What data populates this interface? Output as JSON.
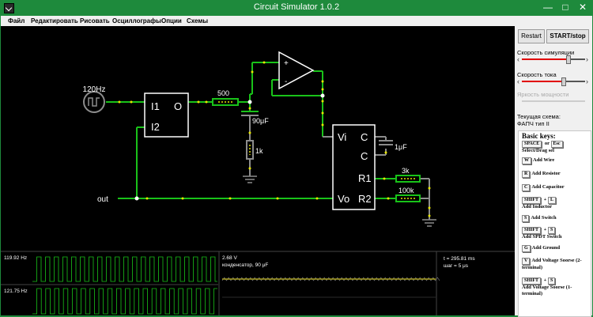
{
  "window": {
    "title": "Circuit Simulator 1.0.2",
    "minimize": "—",
    "maximize": "□",
    "close": "✕"
  },
  "menu": {
    "items": [
      "Файл",
      "Редактировать",
      "Рисовать",
      "Осциллографы",
      "Опции",
      "Схемы"
    ]
  },
  "circuit": {
    "source_label": "120Hz",
    "block1": {
      "in1": "I1",
      "in2": "I2",
      "out": "O"
    },
    "r1_label": "500",
    "c1_label": "90μF",
    "r2_label": "1k",
    "opamp_plus": "+",
    "opamp_minus": "-",
    "block2": {
      "vi": "Vi",
      "c1": "C",
      "c2": "C",
      "r1": "R1",
      "vo": "Vo",
      "r2": "R2"
    },
    "c2_label": "1μF",
    "r3_label": "3k",
    "r4_label": "100k",
    "out_label": "out"
  },
  "scopes": {
    "freq1": "119.92 Hz",
    "freq2": "121.75 Hz",
    "volt": "2.68 V",
    "element": "конденсатор, 90 μF",
    "time": "t = 295.81 ms",
    "step": "шаг = 5 μs"
  },
  "sidebar": {
    "restart": "Restart",
    "startstop": "START/stop",
    "sim_speed": "Скорость симуляции",
    "sim_speed_value": 0.72,
    "current_speed": "Скорость тока",
    "current_speed_value": 0.65,
    "power_brightness": "Яркость мощности",
    "current_scheme_label": "Текущая схема:",
    "current_scheme": "ФАПЧ тип II",
    "keys_title": "Basic keys:",
    "keys": [
      {
        "keys": [
          "SPACE",
          "Esc"
        ],
        "joiner": "or",
        "action": "Select/Drag sel"
      },
      {
        "keys": [
          "W"
        ],
        "action": "Add Wire"
      },
      {
        "keys": [
          "R"
        ],
        "action": "Add Resistor"
      },
      {
        "keys": [
          "C"
        ],
        "action": "Add Capacitor"
      },
      {
        "keys": [
          "SHIFT",
          "L"
        ],
        "joiner": "+",
        "action": "Add Inductor"
      },
      {
        "keys": [
          "S"
        ],
        "action": "Add Switch"
      },
      {
        "keys": [
          "SHIFT",
          "S"
        ],
        "joiner": "+",
        "action": "Add SPDT Switch"
      },
      {
        "keys": [
          "G"
        ],
        "action": "Add Ground"
      },
      {
        "keys": [
          "V"
        ],
        "action": "Add Voltage Soorse (2-terminal)"
      },
      {
        "keys": [
          "SHIFT",
          "S"
        ],
        "joiner": "+",
        "action": "Add Voltage Soorse (1-terminal)"
      }
    ]
  },
  "colors": {
    "wire_active": "#19c219",
    "wire_idle": "#8c8c8c",
    "current_dot": "#e6e600",
    "titlebar": "#1e8a3c",
    "slider_fill": "#e10000"
  }
}
